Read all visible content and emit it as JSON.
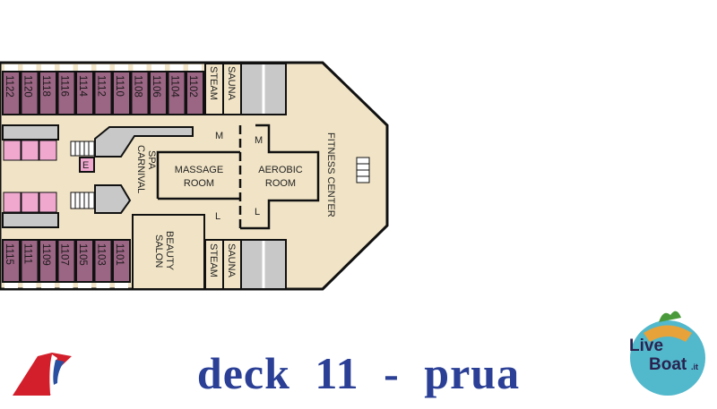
{
  "title": "deck 11 - prua",
  "colors": {
    "deck": "#f1e4c6",
    "cabin": "#9b6584",
    "elevator": "#f0a8cf",
    "gray": "#c8c8c8",
    "title": "#2a3f95",
    "wall": "#111111"
  },
  "cabins_top": [
    "1122",
    "1120",
    "1118",
    "1116",
    "1114",
    "1112",
    "1110",
    "1108",
    "1106",
    "1104",
    "1102"
  ],
  "cabins_bottom": [
    "1115",
    "1111",
    "1109",
    "1107",
    "1105",
    "1103",
    "1101"
  ],
  "rooms": {
    "steam": "STEAM",
    "sauna": "SAUNA",
    "spa_line1": "SPA",
    "spa_line2": "CARNIVAL",
    "massage_line1": "MASSAGE",
    "massage_line2": "ROOM",
    "aerobic_line1": "AEROBIC",
    "aerobic_line2": "ROOM",
    "beauty_line1": "BEAUTY",
    "beauty_line2": "SALON",
    "fitness": "FITNESS CENTER",
    "men": "M",
    "ladies": "L",
    "elevator": "E"
  },
  "logos": {
    "liveboat_line1": "Live",
    "liveboat_line2": "Boat",
    "liveboat_suffix": ".it"
  }
}
